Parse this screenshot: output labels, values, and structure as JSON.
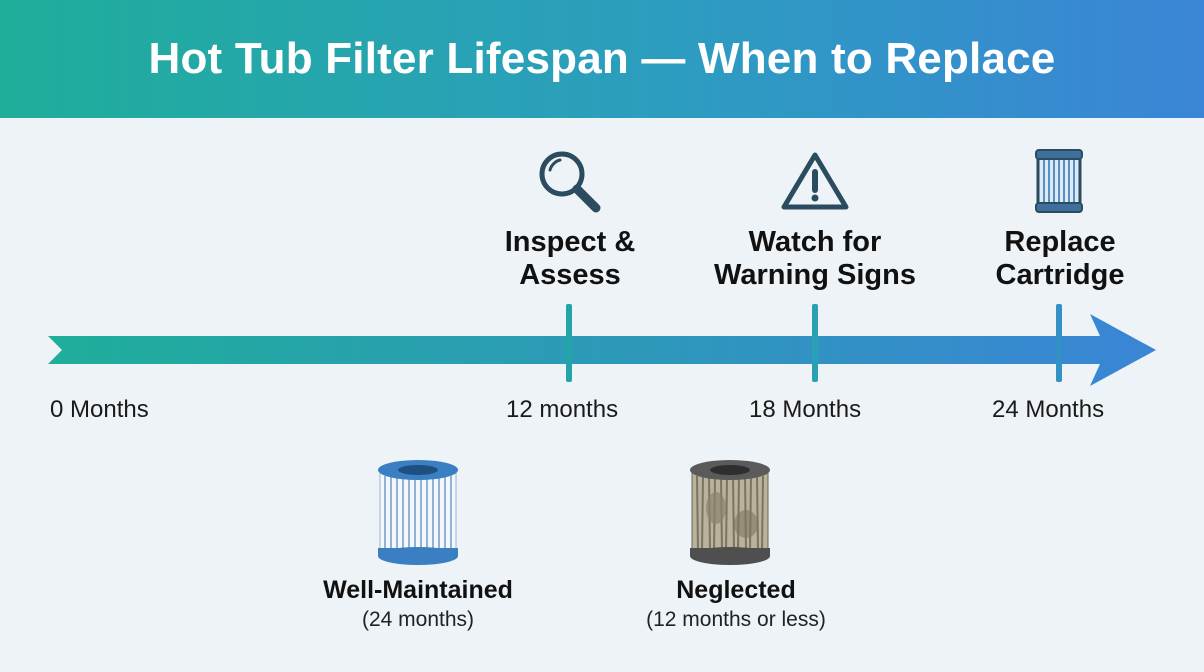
{
  "title": "Hot Tub Filter Lifespan — When to Replace",
  "milestones": [
    {
      "label_line1": "Inspect &",
      "label_line2": "Assess",
      "icon": "magnifier-icon"
    },
    {
      "label_line1": "Watch for",
      "label_line2": "Warning Signs",
      "icon": "warning-triangle-icon"
    },
    {
      "label_line1": "Replace",
      "label_line2": "Cartridge",
      "icon": "filter-cartridge-icon"
    }
  ],
  "ticks": [
    "0 Months",
    "12 months",
    "18 Months",
    "24 Months"
  ],
  "comparison": [
    {
      "title": "Well-Maintained",
      "subtitle": "(24 months)",
      "icon": "clean-filter-icon"
    },
    {
      "title": "Neglected",
      "subtitle": "(12 months or less)",
      "icon": "dirty-filter-icon"
    }
  ],
  "colors": {
    "header_start": "#1fae9a",
    "header_end": "#3a85d6",
    "arrow_start": "#1fae9a",
    "arrow_end": "#3a85d6",
    "icon_stroke": "#2b4b5e"
  }
}
